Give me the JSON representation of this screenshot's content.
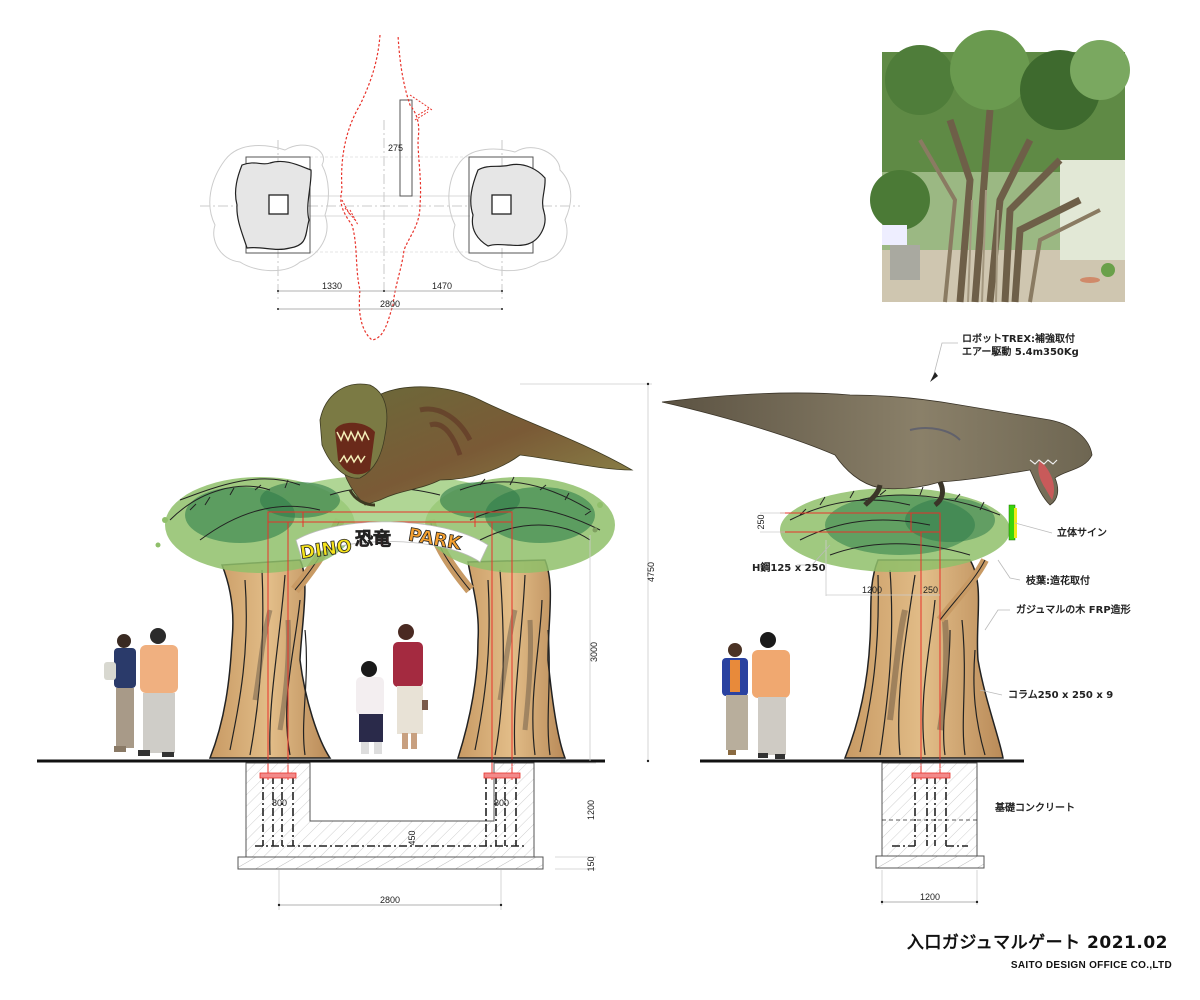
{
  "plan": {
    "dim_column_width": "275",
    "dim_left": "1330",
    "dim_right": "1470",
    "dim_total": "2800"
  },
  "front_elevation": {
    "sign_text_1": "DINO",
    "sign_text_2": "恐竜",
    "sign_text_3": "PARK",
    "dim_total_height": "4750",
    "dim_trunk_height": "3000",
    "foundation": {
      "dim_pad_left": "800",
      "dim_pad_right": "800",
      "dim_depth": "1200",
      "dim_slab": "150",
      "dim_beam": "450",
      "dim_span": "2800"
    }
  },
  "side_elevation": {
    "annotations": {
      "robot_trex_line1": "ロボットTREX:補強取付",
      "robot_trex_line2": "エアー駆動 5.4m350Kg",
      "sign_3d": "立体サイン",
      "h_steel": "H鋼125 x 250",
      "branches": "枝葉:造花取付",
      "banyan_frp": "ガジュマルの木 FRP造形",
      "column": "コラム250 x 250 x 9",
      "foundation_concrete": "基礎コンクリート"
    },
    "dim_beam_height": "250",
    "dim_canopy_width": "1200",
    "dim_column": "250",
    "dim_footing_width": "1200"
  },
  "reference_photo": {
    "subject": "banyan-tree-photo"
  },
  "title_block": {
    "title": "入口ガジュマルゲート 2021.02",
    "company": "SAITO DESIGN OFFICE CO.,LTD"
  },
  "colors": {
    "structure_red": "#e8322a",
    "trunk": "#d9b07a",
    "foliage": "#5b9a4a",
    "ground": "#111111",
    "sign_green": "#3ad40a"
  }
}
